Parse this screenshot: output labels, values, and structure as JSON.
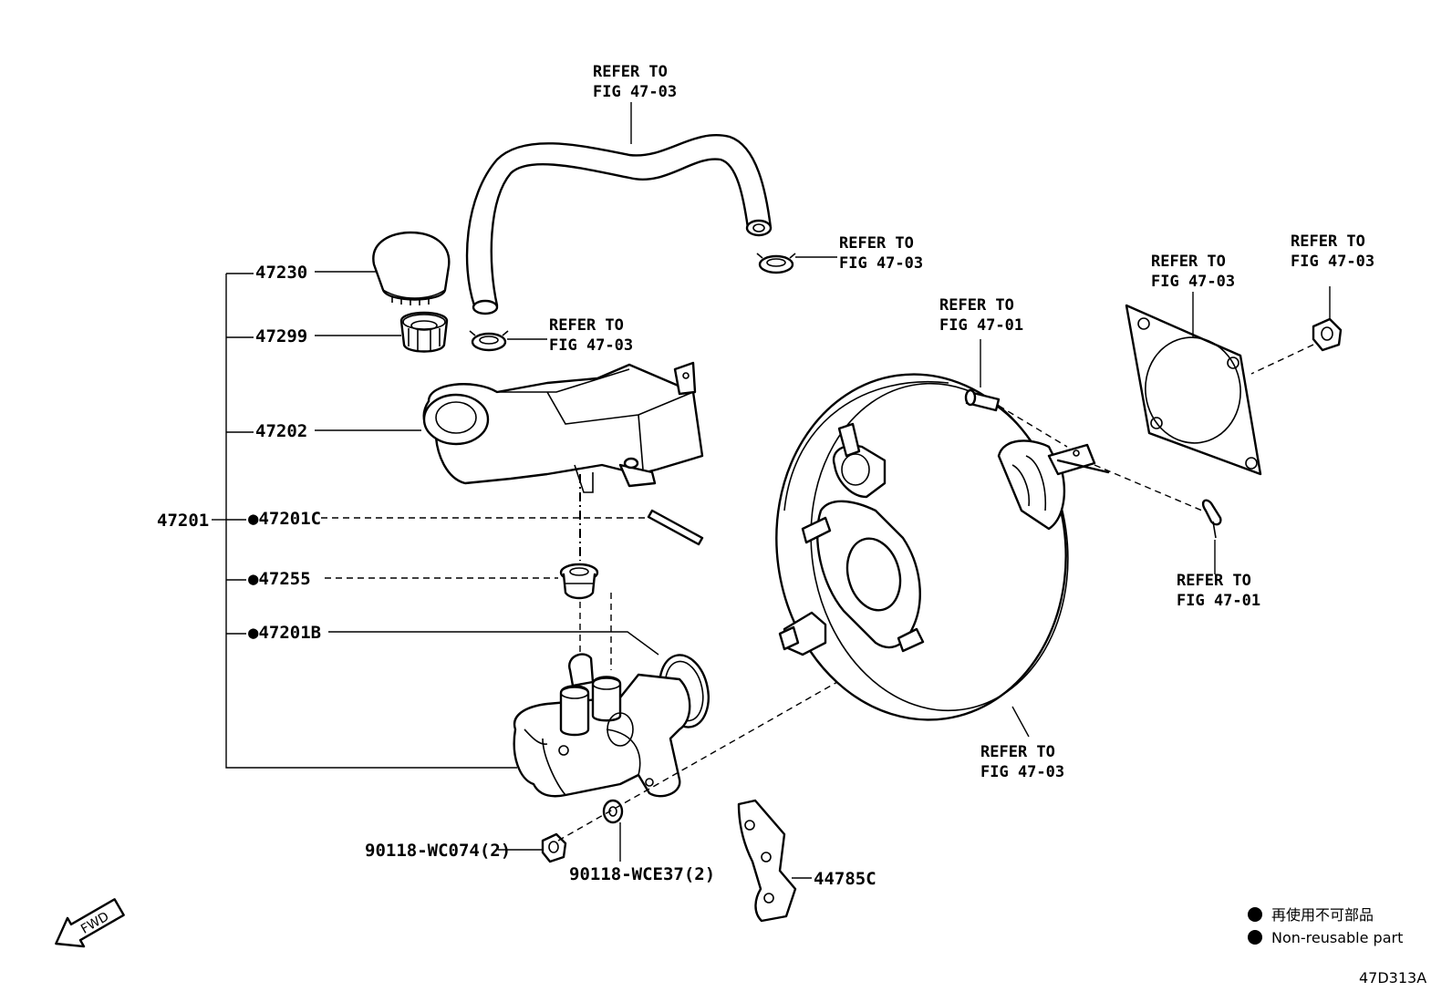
{
  "callouts": {
    "p47230": "47230",
    "p47299": "47299",
    "p47202": "47202",
    "p47201": "47201",
    "p47201C": "●47201C",
    "p47255": "●47255",
    "p47201B": "●47201B",
    "p90118_wc074": "90118-WC074(2)",
    "p90118_wce37": "90118-WCE37(2)",
    "p44785C": "44785C"
  },
  "references": {
    "hose_top_l1": "REFER TO",
    "hose_top_l2": "FIG 47-03",
    "clamp_right_l1": "REFER TO",
    "clamp_right_l2": "FIG 47-03",
    "clamp_left_l1": "REFER TO",
    "clamp_left_l2": "FIG 47-03",
    "pin_l1": "REFER TO",
    "pin_l2": "FIG 47-01",
    "gasket_l1": "REFER TO",
    "gasket_l2": "FIG 47-03",
    "nut_l1": "REFER TO",
    "nut_l2": "FIG 47-03",
    "clip_l1": "REFER TO",
    "clip_l2": "FIG 47-01",
    "booster_l1": "REFER TO",
    "booster_l2": "FIG 47-03"
  },
  "legend": {
    "line_jp": "再使用不可部品",
    "line_en": "Non-reusable part"
  },
  "fwd_label": "FWD",
  "figure_code": "47D313A"
}
